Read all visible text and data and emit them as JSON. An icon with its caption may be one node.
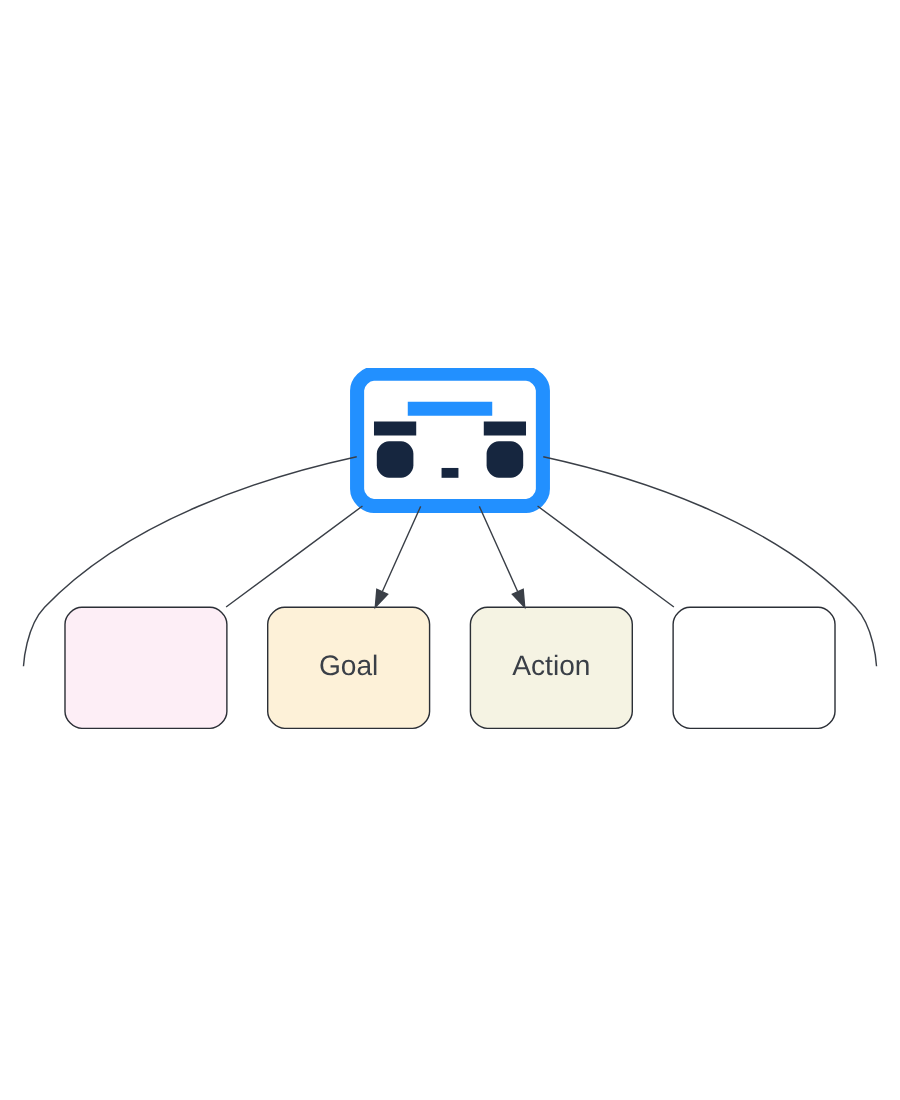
{
  "diagram": {
    "nodes": [
      {
        "text": [],
        "shape": "picture"
      },
      {
        "text": [],
        "shape": "box"
      },
      {
        "text": [
          "Goal"
        ]
      },
      {
        "text": [
          "Action"
        ]
      },
      {
        "text": [],
        "shape": "box"
      }
    ],
    "edges": [
      {
        "from": 0,
        "to": null,
        "arrow": "none"
      },
      {
        "from": 0,
        "to": 1,
        "arrow": "none"
      },
      {
        "from": 0,
        "to": 2,
        "arrow": "to"
      },
      {
        "from": 0,
        "to": 3,
        "arrow": "to"
      },
      {
        "from": 0,
        "to": 4,
        "arrow": "none"
      },
      {
        "from": 0,
        "to": null,
        "arrow": "none"
      }
    ]
  }
}
